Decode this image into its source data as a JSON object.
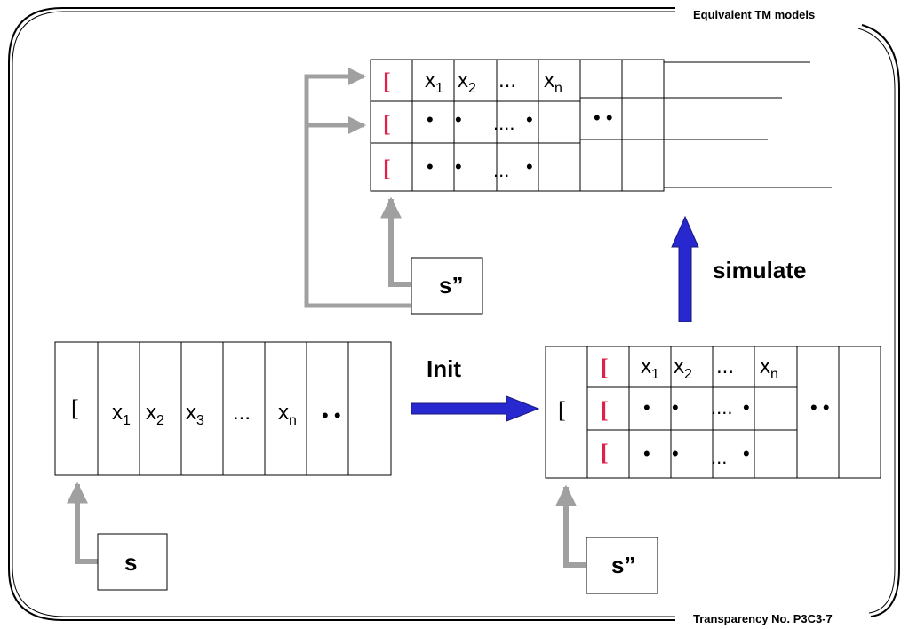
{
  "header": {
    "title": "Equivalent TM models"
  },
  "footer": {
    "label": "Transparency No. P3C3-7"
  },
  "labels": {
    "init": "Init",
    "simulate": "simulate"
  },
  "states": {
    "s": "s",
    "s2": "s”"
  },
  "tape": {
    "left_end": "[",
    "x": "x",
    "sub1": "1",
    "sub2": "2",
    "sub3": "3",
    "subn": "n",
    "ellipsis": "...",
    "bullets": "• •",
    "bullet": "•",
    "row_ellipsis": "....",
    "row_ellipsis_short": "..."
  },
  "colors": {
    "red_marker": "#e0204a",
    "arrow_blue": "#2828d0",
    "arrow_grey": "#a0a0a0"
  }
}
